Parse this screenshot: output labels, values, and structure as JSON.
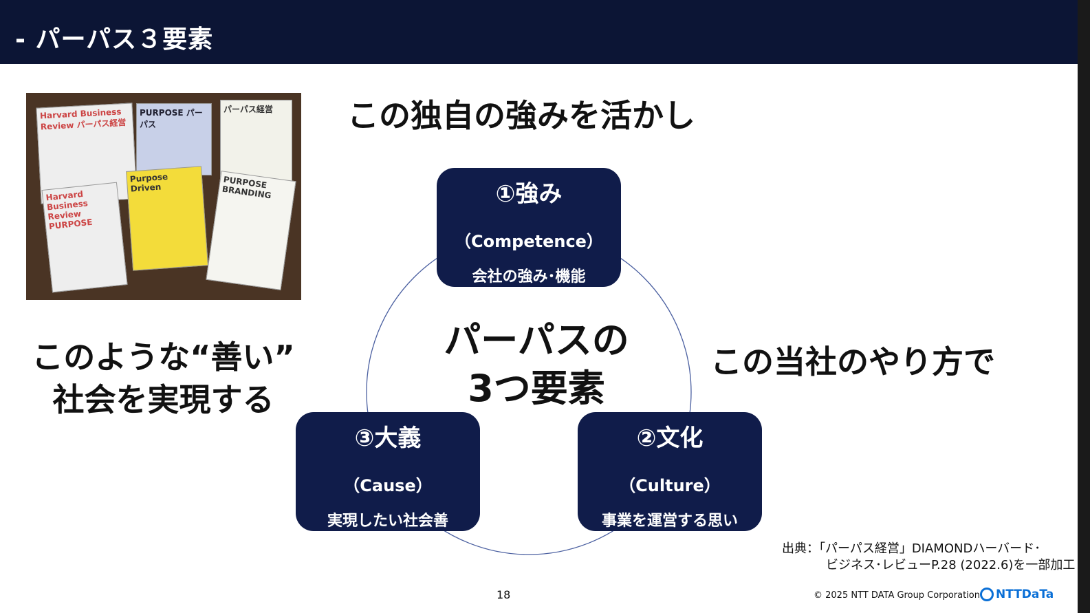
{
  "header": {
    "title": "-  パーパス３要素"
  },
  "photo": {
    "books": [
      "Harvard Business Review パーパス経営",
      "PURPOSE パーパス",
      "パーパス経営",
      "Purpose Driven",
      "Harvard Business Review PURPOSE",
      "PURPOSE BRANDING"
    ]
  },
  "top_text": "この独自の強みを活かし",
  "left_text": [
    "このような“善い”",
    "社会を実現する"
  ],
  "right_text": "この当社のやり方で",
  "center_text": [
    "パーパスの",
    "3つ要素"
  ],
  "boxes": [
    {
      "title": "①強み",
      "english": "（Competence）",
      "japanese": "会社の強み･機能"
    },
    {
      "title": "②文化",
      "english": "（Culture）",
      "japanese": "事業を運営する思い"
    },
    {
      "title": "③大義",
      "english": "（Cause）",
      "japanese": "実現したい社会善"
    }
  ],
  "source": [
    "出典：「パーパス経営」DIAMONDハーバード･",
    "ビジネス･レビューP.28 (2022.6)を一部加工"
  ],
  "page_number": "18",
  "copyright": "© 2025 NTT DATA Group Corporation",
  "logo": "NTTDaTa",
  "colors": {
    "header": "#0c1535",
    "box": "#101c4a",
    "circle": "#4a5fa0"
  }
}
